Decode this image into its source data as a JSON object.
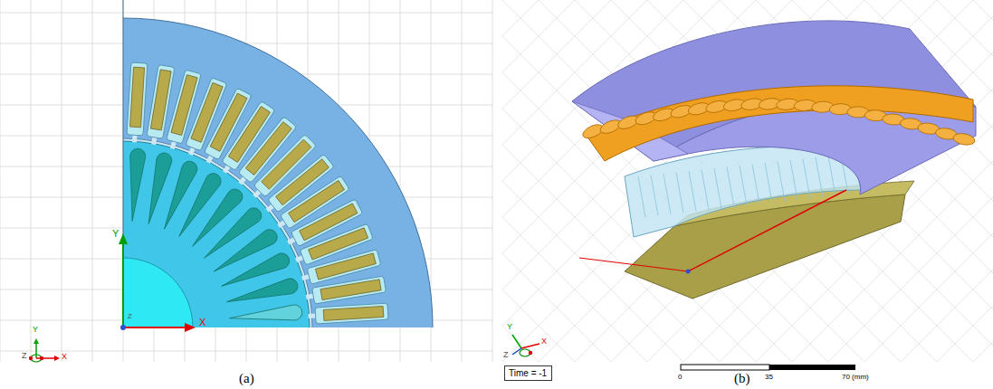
{
  "diagram": {
    "nodes": [
      {
        "text": [
          "Time = -1"
        ]
      }
    ],
    "labels": [
      "(a)",
      "(b)",
      "Y",
      "X",
      "Z",
      "Y",
      "Z",
      "X",
      "Y",
      "Z",
      "X",
      "0",
      "35",
      "70 (mm)"
    ]
  }
}
